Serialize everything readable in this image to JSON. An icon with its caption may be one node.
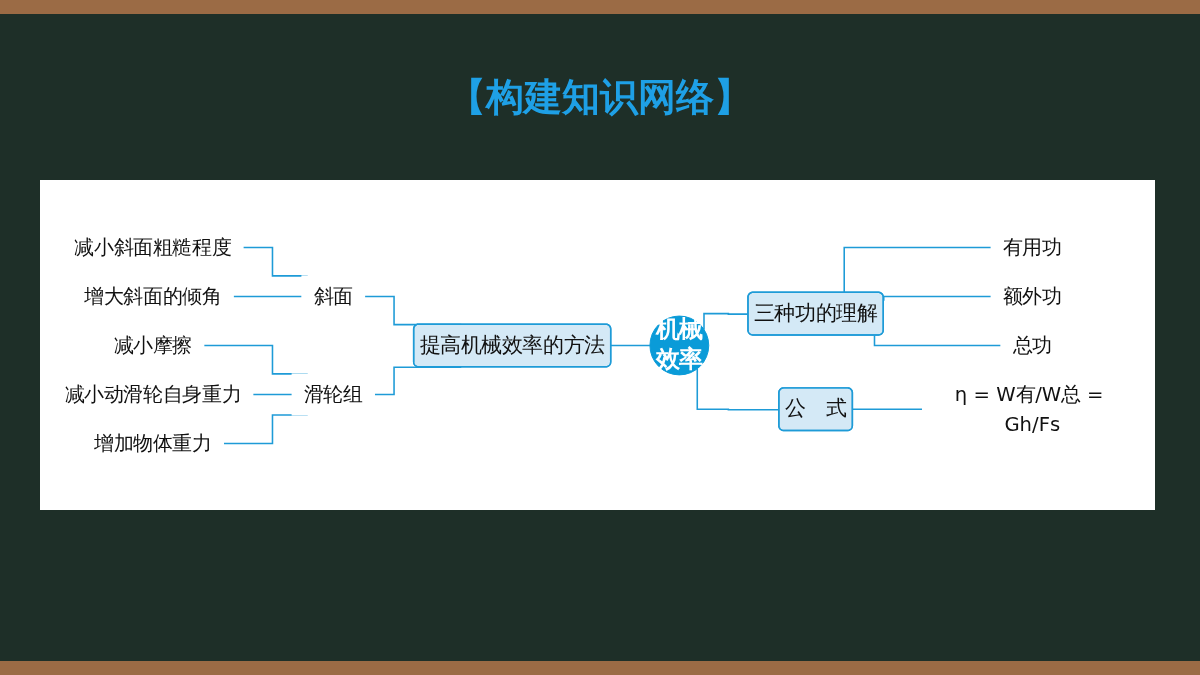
{
  "diagram": {
    "title": "【构建知识网络】",
    "nodes": [
      {
        "text": [
          "减小斜面粗糙程度"
        ]
      },
      {
        "text": [
          "增大斜面的倾角"
        ]
      },
      {
        "text": [
          "斜面"
        ]
      },
      {
        "text": [
          "减小摩擦"
        ]
      },
      {
        "text": [
          "减小动滑轮自身重力"
        ]
      },
      {
        "text": [
          "增加物体重力"
        ]
      },
      {
        "text": [
          "滑轮组"
        ]
      },
      {
        "text": [
          "提高机械效率的方法"
        ]
      },
      {
        "text": [
          "机械效率"
        ]
      },
      {
        "text": [
          "三种功的理解"
        ]
      },
      {
        "text": [
          "有用功"
        ]
      },
      {
        "text": [
          "额外功"
        ]
      },
      {
        "text": [
          "总功"
        ]
      },
      {
        "text": [
          "公　式"
        ]
      },
      {
        "text": [
          "η = W有/W总 = Gh/Fs"
        ]
      }
    ],
    "edges": [
      {
        "from": 0,
        "to": 2,
        "arrow": "none"
      },
      {
        "from": 1,
        "to": 2,
        "arrow": "none"
      },
      {
        "from": 3,
        "to": 6,
        "arrow": "none"
      },
      {
        "from": 4,
        "to": 6,
        "arrow": "none"
      },
      {
        "from": 5,
        "to": 6,
        "arrow": "none"
      },
      {
        "from": 2,
        "to": 7,
        "arrow": "none"
      },
      {
        "from": 6,
        "to": 7,
        "arrow": "none"
      },
      {
        "from": 7,
        "to": 8,
        "arrow": "none"
      },
      {
        "from": 8,
        "to": 9,
        "arrow": "none"
      },
      {
        "from": 8,
        "to": 13,
        "arrow": "none"
      },
      {
        "from": 9,
        "to": 10,
        "arrow": "none"
      },
      {
        "from": 9,
        "to": 11,
        "arrow": "none"
      },
      {
        "from": 9,
        "to": 12,
        "arrow": "none"
      },
      {
        "from": 13,
        "to": 14,
        "arrow": "none"
      }
    ]
  }
}
